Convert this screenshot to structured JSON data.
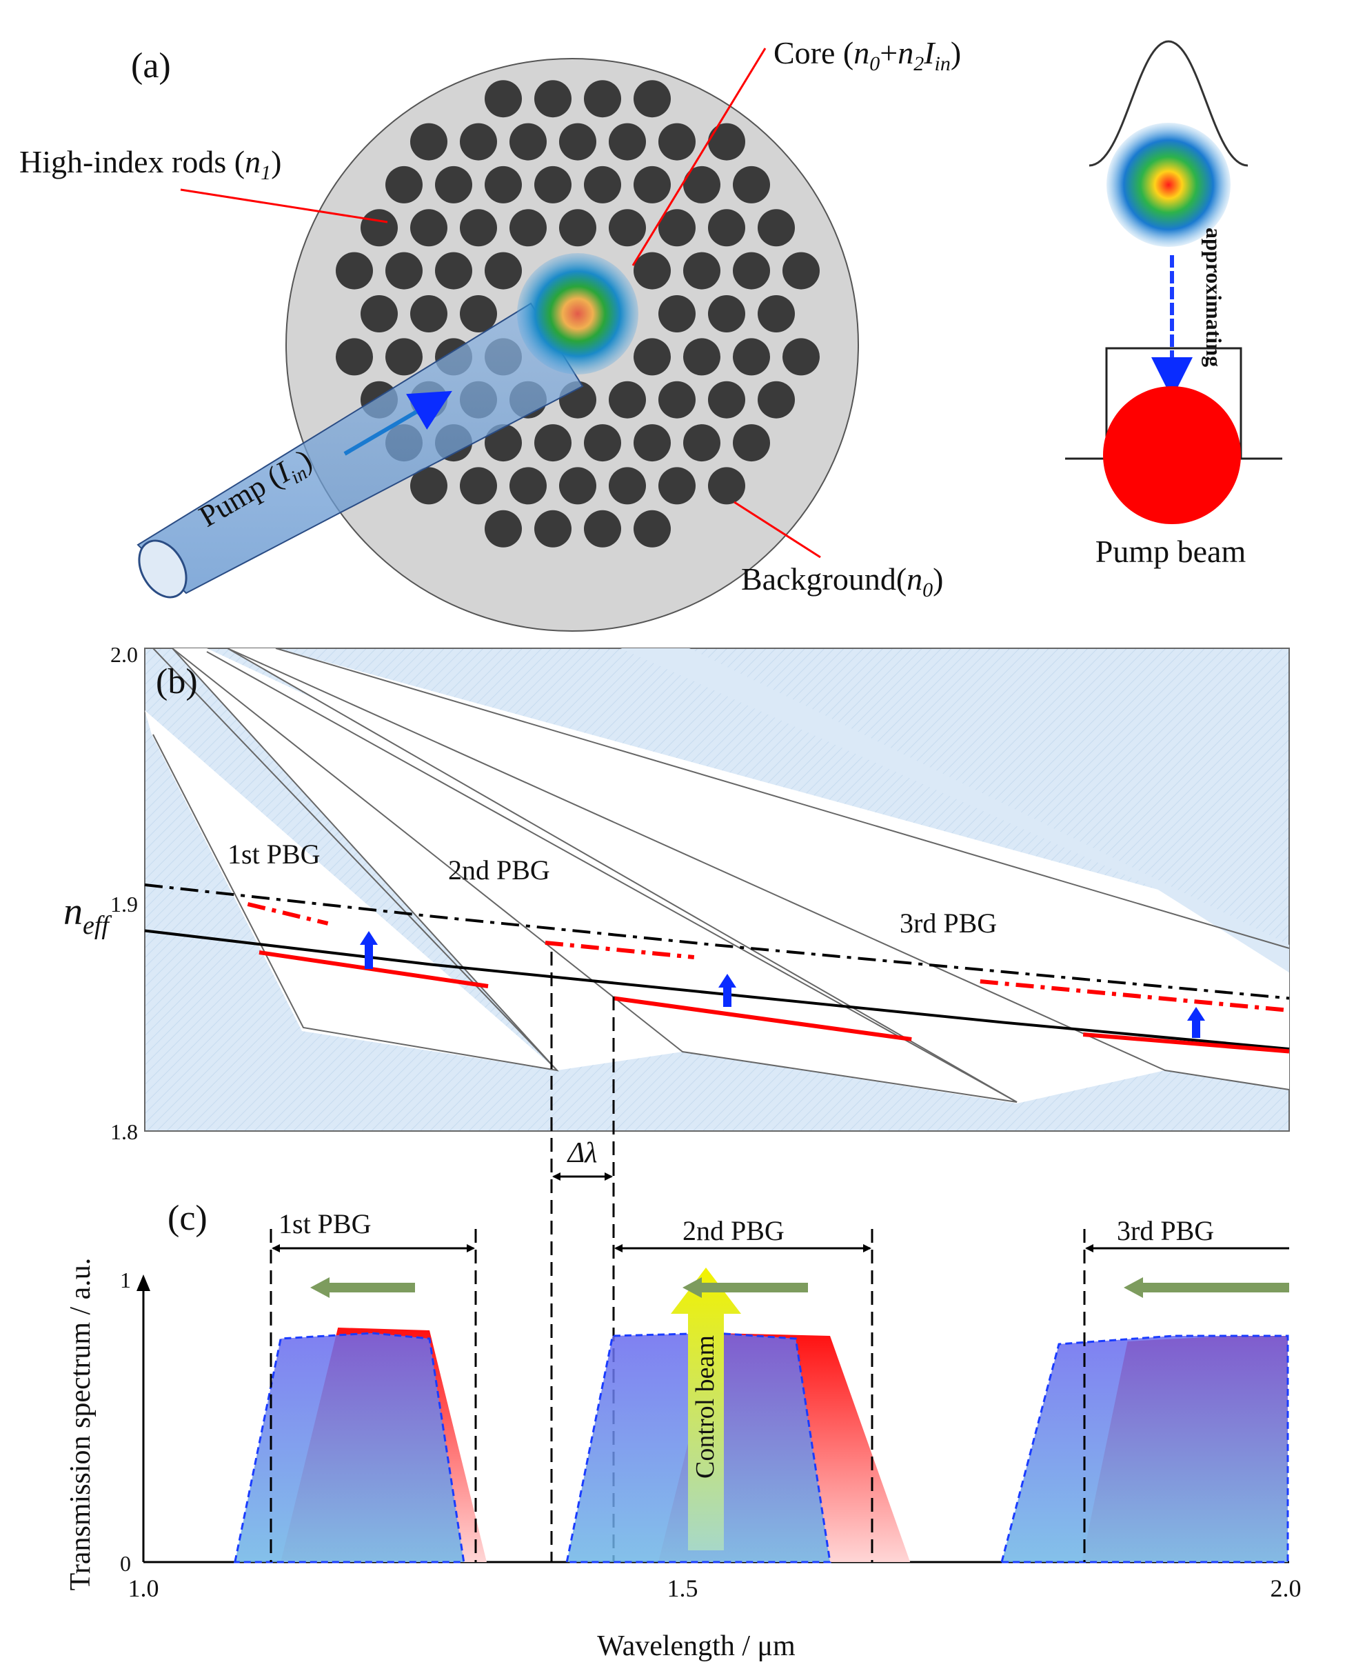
{
  "panel_a": {
    "label": "(a)",
    "core_label": "Core (n0+n2Iin)",
    "core_parts": [
      "Core (",
      "n",
      "0",
      "+",
      "n",
      "2",
      "I",
      "in",
      ")"
    ],
    "rods_label": "High-index rods (n1)",
    "rods_parts": [
      "High-index rods (",
      "n",
      "1",
      ")"
    ],
    "pump_label": "Pump (Iin)",
    "pump_parts": [
      "Pump (",
      "I",
      "in",
      ")"
    ],
    "background_label": "Background(n0)",
    "background_parts": [
      "Background(",
      "n",
      "0",
      ")"
    ],
    "approximating_label": "approximating",
    "pump_beam_label": "Pump beam"
  },
  "panel_b": {
    "label": "(b)",
    "y_axis_label": "neff",
    "y_axis_parts": [
      "n",
      "eff"
    ],
    "y_ticks": [
      "2.0",
      "1.9",
      "1.8"
    ],
    "band_labels": [
      "1st PBG",
      "2nd PBG",
      "3rd PBG"
    ],
    "delta_label": "Δλ"
  },
  "panel_c": {
    "label": "(c)",
    "band_labels": [
      "1st PBG",
      "2nd PBG",
      "3rd PBG"
    ],
    "control_beam_label": "Control beam",
    "y_axis_label": "Transmission spectrum / a.u.",
    "y_ticks": [
      "1",
      "0"
    ],
    "x_axis_label": "Wavelength / μm",
    "x_ticks": [
      "1.0",
      "1.5",
      "2.0"
    ]
  },
  "colors": {
    "rod": "#3a3a3a",
    "cladding": "#d4d4d4",
    "gap_fill": "#dbe9f7",
    "red_curve": "#ff0000",
    "blue_arrow": "#0a2cff",
    "green_arrow": "#7d9c5e",
    "control_arrow": "#f2f200"
  },
  "chart_data": [
    {
      "type": "line",
      "panel": "(b)",
      "xlabel": "",
      "ylabel": "neff",
      "xlim": [
        1.0,
        2.0
      ],
      "ylim": [
        1.8,
        2.0
      ],
      "yticks": [
        2.0,
        1.9,
        1.8
      ],
      "series": [
        {
          "x": [
            1.0,
            1.25,
            1.5,
            1.75,
            2.0
          ],
          "values": [
            1.883,
            1.869,
            1.857,
            1.845,
            1.834
          ]
        },
        {
          "x": [
            1.0,
            1.25,
            1.5,
            1.75,
            2.0
          ],
          "values": [
            1.902,
            1.889,
            1.877,
            1.866,
            1.855
          ]
        },
        {
          "x": [
            1.1,
            1.3
          ],
          "values": [
            1.874,
            1.86
          ]
        },
        {
          "x": [
            1.41,
            1.67
          ],
          "values": [
            1.855,
            1.838
          ]
        },
        {
          "x": [
            1.82,
            2.0
          ],
          "values": [
            1.84,
            1.833
          ]
        },
        {
          "x": [
            1.09,
            1.16
          ],
          "values": [
            1.894,
            1.886
          ]
        },
        {
          "x": [
            1.35,
            1.48
          ],
          "values": [
            1.878,
            1.872
          ]
        },
        {
          "x": [
            1.73,
            2.0
          ],
          "values": [
            1.862,
            1.85
          ]
        }
      ],
      "annotations": [
        "1st PBG",
        "2nd PBG",
        "3rd PBG",
        "Δλ"
      ]
    },
    {
      "type": "area",
      "panel": "(c)",
      "xlabel": "Wavelength / μm",
      "ylabel": "Transmission spectrum / a.u.",
      "xlim": [
        1.0,
        2.0
      ],
      "ylim": [
        0,
        1
      ],
      "xticks": [
        1.0,
        1.5,
        2.0
      ],
      "yticks": [
        0,
        1
      ],
      "series": [
        {
          "x": [
            1.08,
            1.12,
            1.2,
            1.25,
            1.28
          ],
          "values": [
            0,
            0.81,
            0.83,
            0.81,
            0
          ]
        },
        {
          "x": [
            1.12,
            1.17,
            1.25,
            1.3
          ],
          "values": [
            0,
            0.85,
            0.84,
            0
          ]
        },
        {
          "x": [
            1.37,
            1.41,
            1.5,
            1.57,
            1.6
          ],
          "values": [
            0,
            0.82,
            0.83,
            0.81,
            0
          ]
        },
        {
          "x": [
            1.45,
            1.5,
            1.6,
            1.67
          ],
          "values": [
            0,
            0.83,
            0.82,
            0
          ]
        },
        {
          "x": [
            1.75,
            1.8,
            1.9,
            2.0
          ],
          "values": [
            0,
            0.79,
            0.82,
            0.82
          ]
        },
        {
          "x": [
            1.82,
            1.86,
            1.95,
            2.0
          ],
          "values": [
            0,
            0.8,
            0.82,
            0.82
          ]
        }
      ],
      "annotations": [
        "1st PBG",
        "2nd PBG",
        "3rd PBG",
        "Control beam"
      ]
    }
  ]
}
